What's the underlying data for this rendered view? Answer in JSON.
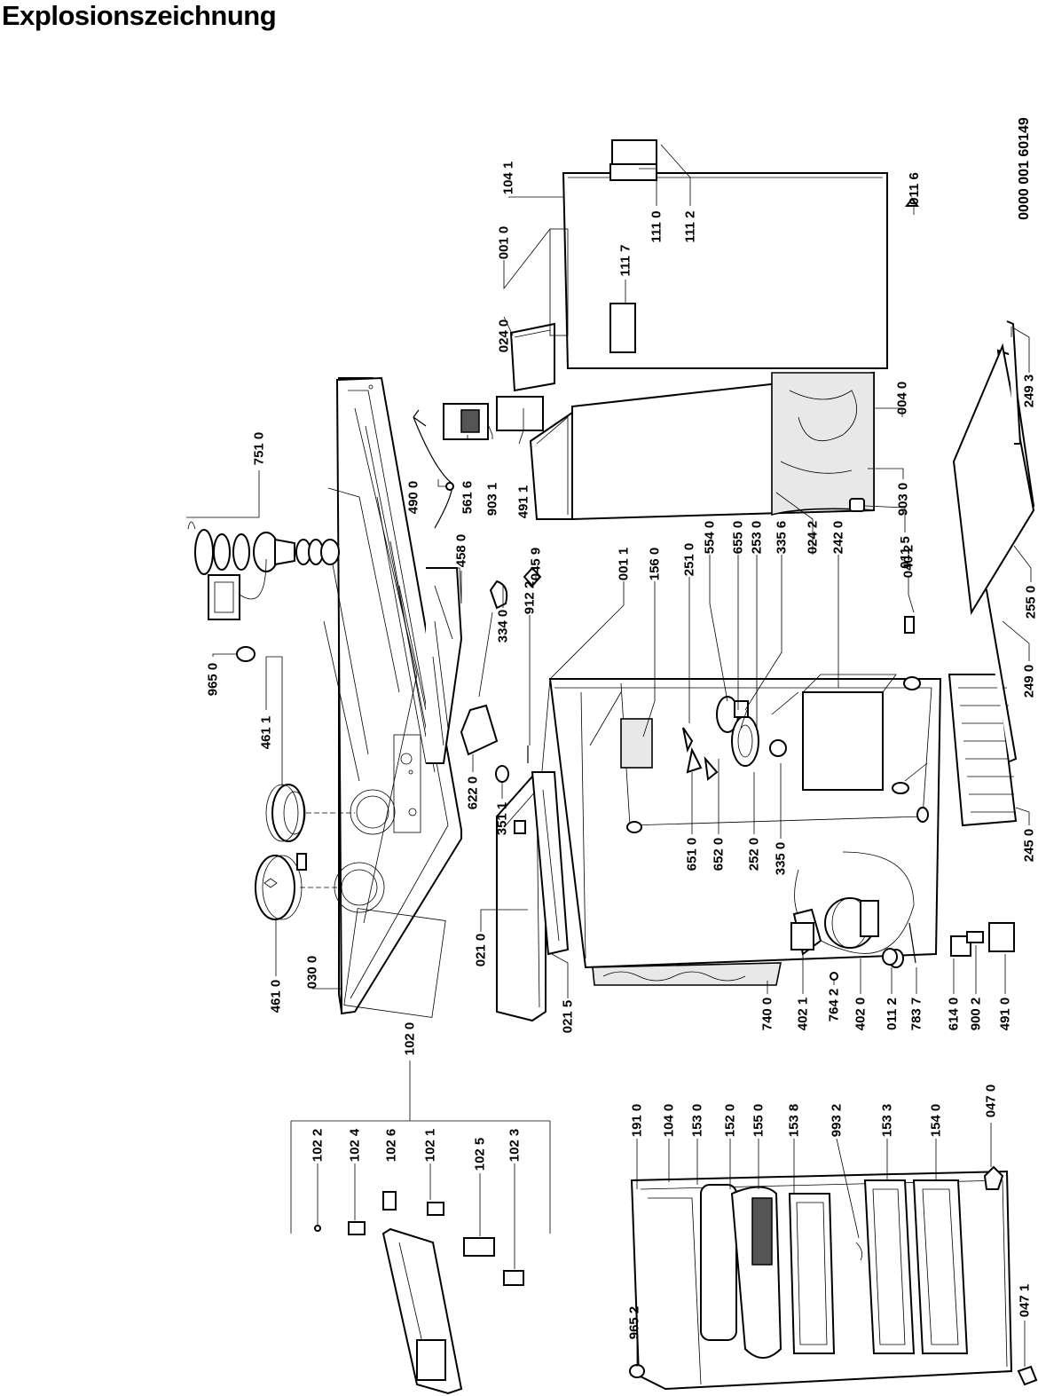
{
  "title": "Explosionszeichnung",
  "document_number": "0000 001 60149",
  "labels": [
    {
      "id": "1022",
      "text": "102 2"
    },
    {
      "id": "1024",
      "text": "102 4"
    },
    {
      "id": "1026",
      "text": "102 6"
    },
    {
      "id": "1021",
      "text": "102 1"
    },
    {
      "id": "1025",
      "text": "102 5"
    },
    {
      "id": "1023",
      "text": "102 3"
    },
    {
      "id": "1020",
      "text": "102 0"
    },
    {
      "id": "9652",
      "text": "965 2"
    },
    {
      "id": "1910",
      "text": "191 0"
    },
    {
      "id": "1040",
      "text": "104 0"
    },
    {
      "id": "1530",
      "text": "153 0"
    },
    {
      "id": "1520",
      "text": "152 0"
    },
    {
      "id": "1550",
      "text": "155 0"
    },
    {
      "id": "1538",
      "text": "153 8"
    },
    {
      "id": "9932",
      "text": "993 2"
    },
    {
      "id": "1533",
      "text": "153 3"
    },
    {
      "id": "1540",
      "text": "154 0"
    },
    {
      "id": "0470",
      "text": "047 0"
    },
    {
      "id": "0471",
      "text": "047 1"
    },
    {
      "id": "4610",
      "text": "461 0"
    },
    {
      "id": "0300",
      "text": "030 0"
    },
    {
      "id": "9650",
      "text": "965 0"
    },
    {
      "id": "4611",
      "text": "461 1"
    },
    {
      "id": "7510",
      "text": "751 0"
    },
    {
      "id": "0210",
      "text": "021 0"
    },
    {
      "id": "0215",
      "text": "021 5"
    },
    {
      "id": "6220",
      "text": "622 0"
    },
    {
      "id": "3511",
      "text": "351 1"
    },
    {
      "id": "4580",
      "text": "458 0"
    },
    {
      "id": "3340",
      "text": "334 0"
    },
    {
      "id": "9122",
      "text": "912 2"
    },
    {
      "id": "4900",
      "text": "490 0"
    },
    {
      "id": "5616",
      "text": "561 6"
    },
    {
      "id": "9031",
      "text": "903 1"
    },
    {
      "id": "4911",
      "text": "491 1"
    },
    {
      "id": "0240",
      "text": "024 0"
    },
    {
      "id": "0010",
      "text": "001 0"
    },
    {
      "id": "1041",
      "text": "104 1"
    },
    {
      "id": "1117",
      "text": "111 7"
    },
    {
      "id": "1110",
      "text": "111 0"
    },
    {
      "id": "1112",
      "text": "111 2"
    },
    {
      "id": "0116",
      "text": "011 6"
    },
    {
      "id": "0459",
      "text": "045 9"
    },
    {
      "id": "0011",
      "text": "001 1"
    },
    {
      "id": "1560",
      "text": "156 0"
    },
    {
      "id": "2510",
      "text": "251 0"
    },
    {
      "id": "5540",
      "text": "554 0"
    },
    {
      "id": "6550",
      "text": "655 0"
    },
    {
      "id": "2530",
      "text": "253 0"
    },
    {
      "id": "3356",
      "text": "335 6"
    },
    {
      "id": "0242",
      "text": "024 2"
    },
    {
      "id": "2420",
      "text": "242 0"
    },
    {
      "id": "0115",
      "text": "011 5"
    },
    {
      "id": "0402",
      "text": "040 2"
    },
    {
      "id": "0040",
      "text": "004 0"
    },
    {
      "id": "9030",
      "text": "903 0"
    },
    {
      "id": "2493",
      "text": "249 3"
    },
    {
      "id": "2550",
      "text": "255 0"
    },
    {
      "id": "2490",
      "text": "249 0"
    },
    {
      "id": "2450",
      "text": "245 0"
    },
    {
      "id": "6510",
      "text": "651 0"
    },
    {
      "id": "6520",
      "text": "652 0"
    },
    {
      "id": "2520",
      "text": "252 0"
    },
    {
      "id": "3350",
      "text": "335 0"
    },
    {
      "id": "7400",
      "text": "740 0"
    },
    {
      "id": "4021",
      "text": "402 1"
    },
    {
      "id": "7642",
      "text": "764 2"
    },
    {
      "id": "4020",
      "text": "402 0"
    },
    {
      "id": "0112",
      "text": "011 2"
    },
    {
      "id": "7837",
      "text": "783 7"
    },
    {
      "id": "6140",
      "text": "614 0"
    },
    {
      "id": "9002",
      "text": "900 2"
    },
    {
      "id": "4910",
      "text": "491 0"
    }
  ]
}
